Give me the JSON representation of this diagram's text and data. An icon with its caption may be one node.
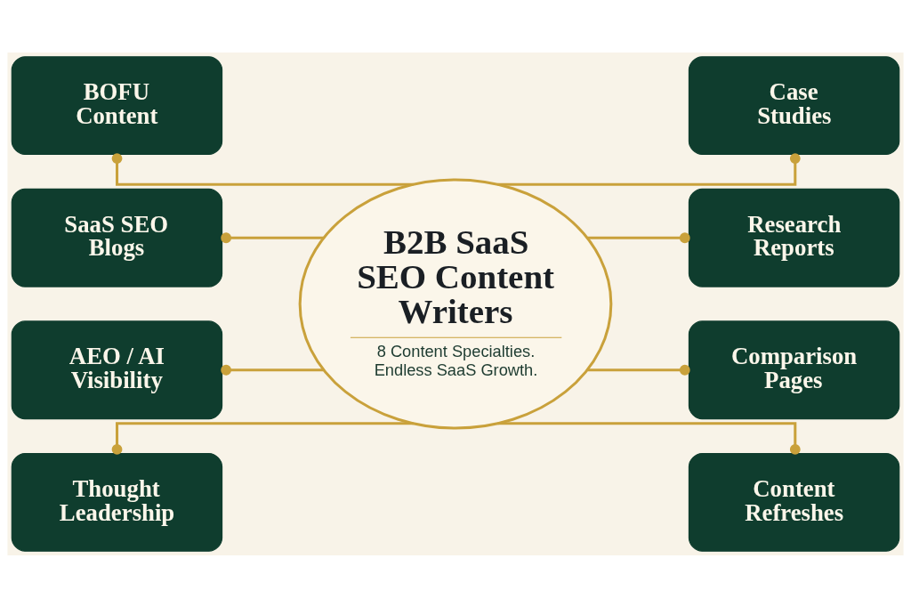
{
  "diagram": {
    "nodes": [
      {
        "text": [
          "B2B SaaS SEO Content Writers",
          "8 Content Specialties. Endless SaaS Growth."
        ]
      },
      {
        "text": [
          "BOFU Content"
        ]
      },
      {
        "text": [
          "SaaS SEO Blogs"
        ]
      },
      {
        "text": [
          "AEO / AI Visibility"
        ]
      },
      {
        "text": [
          "Thought Leadership"
        ]
      },
      {
        "text": [
          "Case Studies"
        ]
      },
      {
        "text": [
          "Research Reports"
        ]
      },
      {
        "text": [
          "Comparison Pages"
        ]
      },
      {
        "text": [
          "Content Refreshes"
        ]
      }
    ],
    "edges": [
      {
        "from": 1,
        "to": 0,
        "arrow": "other"
      },
      {
        "from": 2,
        "to": 0,
        "arrow": "other"
      },
      {
        "from": 3,
        "to": 0,
        "arrow": "other"
      },
      {
        "from": 4,
        "to": 0,
        "arrow": "other"
      },
      {
        "from": 0,
        "to": 5,
        "arrow": "other"
      },
      {
        "from": 0,
        "to": 6,
        "arrow": "other"
      },
      {
        "from": 0,
        "to": 7,
        "arrow": "other"
      },
      {
        "from": 0,
        "to": 8,
        "arrow": "other"
      }
    ]
  }
}
